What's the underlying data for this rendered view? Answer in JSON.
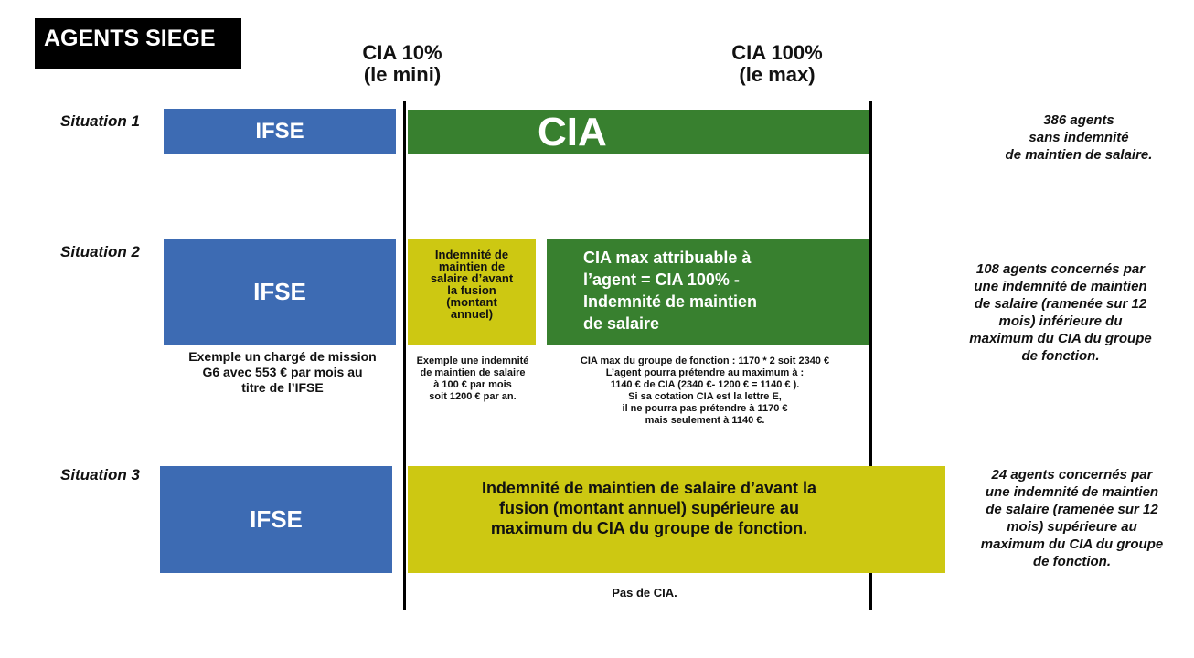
{
  "title": "AGENTS SIEGE",
  "columns": {
    "cia10": [
      "CIA 10%",
      "(le mini)"
    ],
    "cia100": [
      "CIA 100%",
      "(le max)"
    ]
  },
  "situations": [
    {
      "label": "Situation 1",
      "ifse": "IFSE",
      "cia": "CIA",
      "description": [
        "386 agents",
        "sans indemnité",
        "de maintien de salaire."
      ]
    },
    {
      "label": "Situation 2",
      "ifse": "IFSE",
      "indemnite_box": [
        "Indemnité de",
        "maintien de",
        "salaire d’avant",
        "la fusion",
        "(montant",
        "annuel)"
      ],
      "cia_box": [
        "CIA max attribuable à",
        "l’agent = CIA 100% -",
        "Indemnité de maintien",
        "de salaire"
      ],
      "ifse_example": [
        "Exemple un chargé de mission",
        "G6 avec 553 € par mois au",
        "titre de l’IFSE"
      ],
      "indemnite_example": [
        "Exemple une indemnité",
        "de maintien de salaire",
        "à 100 € par mois",
        "soit 1200 € par an."
      ],
      "cia_example": [
        "CIA max du groupe de fonction : 1170 * 2 soit 2340 €",
        "L’agent pourra prétendre au maximum à :",
        "1140 € de CIA (2340 €- 1200 € = 1140 € ).",
        "Si sa cotation CIA est la lettre E,",
        "il ne pourra pas prétendre à 1170 €",
        "mais seulement à 1140 €."
      ],
      "description": [
        "108 agents concernés par",
        "une indemnité de maintien",
        "de salaire (ramenée sur 12",
        "mois) inférieure du",
        "maximum du CIA du groupe",
        "de fonction."
      ]
    },
    {
      "label": "Situation 3",
      "ifse": "IFSE",
      "indemnite_box": [
        "Indemnité de maintien de salaire d’avant la",
        "fusion (montant annuel) supérieure au",
        "maximum du CIA du groupe de fonction."
      ],
      "note": "Pas de CIA.",
      "description": [
        "24 agents concernés par",
        "une indemnité de maintien",
        "de salaire (ramenée sur 12",
        "mois) supérieure au",
        "maximum du CIA du groupe",
        "de fonction."
      ]
    }
  ],
  "colors": {
    "blue": "#3d6bb3",
    "green": "#38802f",
    "yellow": "#cdc812"
  }
}
